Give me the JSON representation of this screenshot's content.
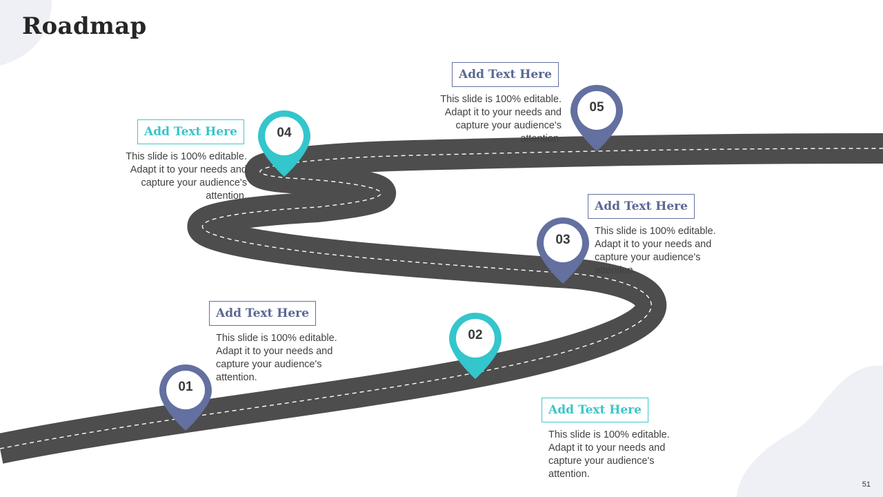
{
  "title": "Roadmap",
  "page_number": "51",
  "colors": {
    "blue": "#6370a0",
    "teal": "#33c6cc",
    "road": "#4d4d4d"
  },
  "milestones": [
    {
      "number": "01",
      "heading": "Add Text Here",
      "text": "This slide is 100% editable. Adapt it to your needs and capture your audience's attention.",
      "color": "blue"
    },
    {
      "number": "02",
      "heading": "Add Text Here",
      "text": "This slide is 100% editable. Adapt it to your needs and capture your audience's attention.",
      "color": "teal"
    },
    {
      "number": "03",
      "heading": "Add Text Here",
      "text": "This slide is 100% editable. Adapt it to your needs and capture your audience's attention.",
      "color": "blue"
    },
    {
      "number": "04",
      "heading": "Add Text Here",
      "text": "This slide is 100% editable. Adapt it to your needs and capture your audience's attention.",
      "color": "teal"
    },
    {
      "number": "05",
      "heading": "Add Text Here",
      "text": "This slide is 100% editable. Adapt it to your needs and capture your audience's attention.",
      "color": "blue"
    }
  ]
}
